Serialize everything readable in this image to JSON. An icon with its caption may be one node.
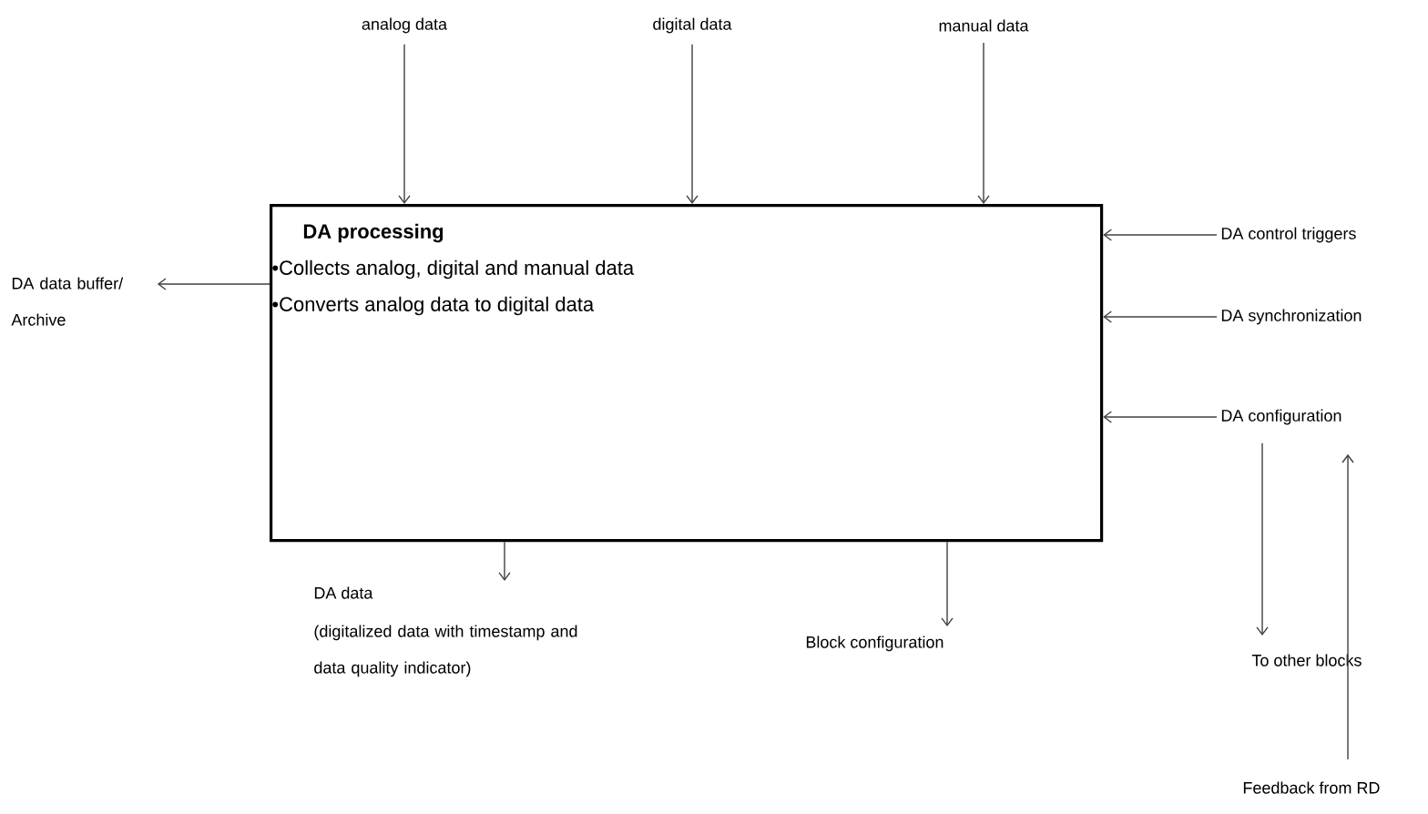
{
  "diagram": {
    "nodes": [
      {
        "text": [
          "DA processing",
          "•Collects analog, digital and manual data",
          "•Converts analog data to digital data"
        ]
      },
      {
        "text": [
          "analog data"
        ]
      },
      {
        "text": [
          "digital data"
        ]
      },
      {
        "text": [
          "manual data"
        ]
      },
      {
        "text": [
          "DA data buffer/ Archive"
        ]
      },
      {
        "text": [
          "DA control triggers"
        ]
      },
      {
        "text": [
          "DA synchronization"
        ]
      },
      {
        "text": [
          "DA configuration"
        ]
      },
      {
        "text": [
          "DA data",
          "(digitalized data with timestamp and data quality indicator)"
        ]
      },
      {
        "text": [
          "Block configuration"
        ]
      },
      {
        "text": [
          "To other blocks"
        ]
      },
      {
        "text": [
          "Feedback from RD"
        ]
      }
    ],
    "edges": [
      {
        "from": 1,
        "to": 0,
        "arrow": "to"
      },
      {
        "from": 2,
        "to": 0,
        "arrow": "to"
      },
      {
        "from": 3,
        "to": 0,
        "arrow": "to"
      },
      {
        "from": 0,
        "to": 4,
        "arrow": "to"
      },
      {
        "from": 5,
        "to": 0,
        "arrow": "to"
      },
      {
        "from": 6,
        "to": 0,
        "arrow": "to"
      },
      {
        "from": 7,
        "to": 0,
        "arrow": "to"
      },
      {
        "from": 0,
        "to": 8,
        "arrow": "to"
      },
      {
        "from": 0,
        "to": 9,
        "arrow": "to"
      },
      {
        "from": 7,
        "to": 10,
        "arrow": "to"
      },
      {
        "from": 11,
        "to": 7,
        "arrow": "to"
      }
    ]
  }
}
